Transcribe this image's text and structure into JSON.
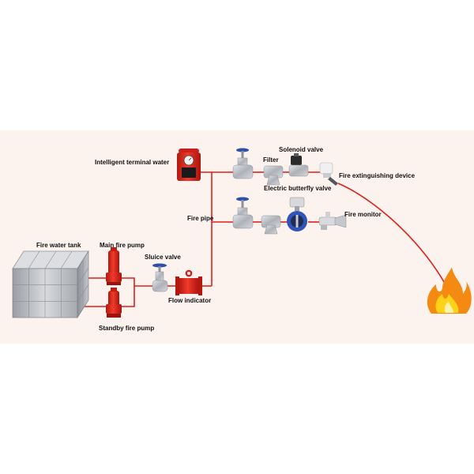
{
  "labels": {
    "intelligent_terminal_water": "Intelligent terminal water",
    "filter": "Filter",
    "solenoid_valve": "Solenoid valve",
    "fire_extinguishing_device": "Fire extinguishing device",
    "electric_butterfly_valve": "Electric butterfly valve",
    "fire_pipe": "Fire pipe",
    "fire_monitor": "Fire monitor",
    "fire_water_tank": "Fire water tank",
    "main_fire_pump": "Main fire pump",
    "sluice_valve": "Sluice valve",
    "flow_indicator": "Flow indicator",
    "standby_fire_pump": "Standby fire pump"
  },
  "colors": {
    "background": "#ffffff",
    "panel": "#fcf3ef",
    "pipe": "#e0201c",
    "equipment_red": "#d9261c",
    "steel": "#b8bcc2",
    "butterfly_blue": "#2f55b8",
    "flame_orange": "#f58a12",
    "flame_yellow": "#ffd21a"
  }
}
